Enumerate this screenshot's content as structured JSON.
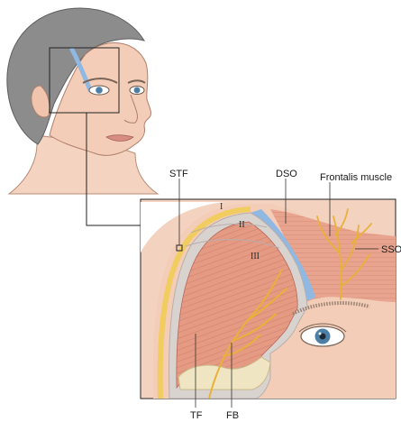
{
  "labels": {
    "stf": "STF",
    "dso": "DSO",
    "frontalis": "Frontalis muscle",
    "sso": "SSO",
    "tf": "TF",
    "fb": "FB"
  },
  "zones": [
    "I",
    "II",
    "III"
  ],
  "colors": {
    "skin": "#f2c9b3",
    "hair": "#8a8a8a",
    "muscle": "#e49a83",
    "fascia_blue": "#8fb8e3",
    "nerve": "#e8b13a",
    "bone": "#efe3b8",
    "leader": "#333333"
  }
}
